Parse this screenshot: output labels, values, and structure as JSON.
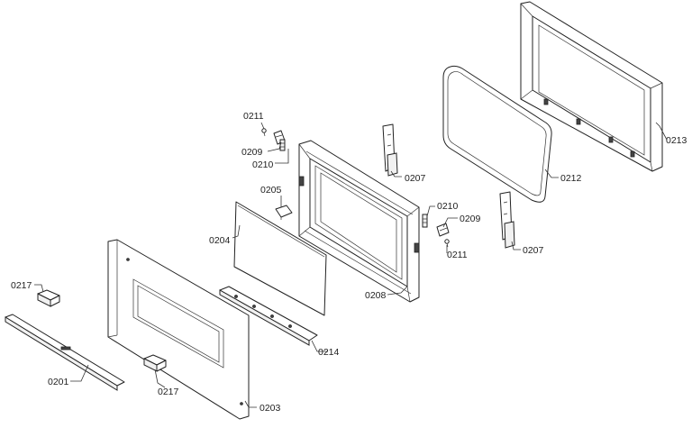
{
  "diagram": {
    "parts": [
      {
        "id": "p0201",
        "number": "0201"
      },
      {
        "id": "p0203",
        "number": "0203"
      },
      {
        "id": "p0204",
        "number": "0204"
      },
      {
        "id": "p0205",
        "number": "0205"
      },
      {
        "id": "p0207a",
        "number": "0207"
      },
      {
        "id": "p0207b",
        "number": "0207"
      },
      {
        "id": "p0208",
        "number": "0208"
      },
      {
        "id": "p0209a",
        "number": "0209"
      },
      {
        "id": "p0209b",
        "number": "0209"
      },
      {
        "id": "p0210a",
        "number": "0210"
      },
      {
        "id": "p0210b",
        "number": "0210"
      },
      {
        "id": "p0211a",
        "number": "0211"
      },
      {
        "id": "p0211b",
        "number": "0211"
      },
      {
        "id": "p0212",
        "number": "0212"
      },
      {
        "id": "p0213",
        "number": "0213"
      },
      {
        "id": "p0214",
        "number": "0214"
      },
      {
        "id": "p0217a",
        "number": "0217"
      },
      {
        "id": "p0217b",
        "number": "0217"
      }
    ]
  }
}
